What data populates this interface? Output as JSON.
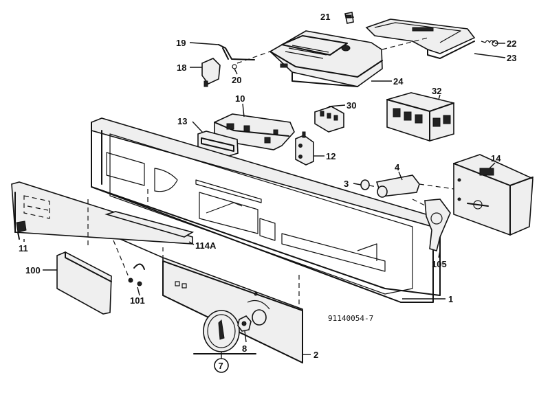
{
  "diagram": {
    "drawing_code": "91140054-7",
    "labels": {
      "p1": "1",
      "p2": "2",
      "p3": "3",
      "p4": "4",
      "p7": "7",
      "p8": "8",
      "p10": "10",
      "p11": "11",
      "p12": "12",
      "p13": "13",
      "p14": "14",
      "p18": "18",
      "p19": "19",
      "p20": "20",
      "p21": "21",
      "p22": "22",
      "p23": "23",
      "p24": "24",
      "p30": "30",
      "p32": "32",
      "p100": "100",
      "p101": "101",
      "p105": "105",
      "p114a": "114A"
    }
  }
}
